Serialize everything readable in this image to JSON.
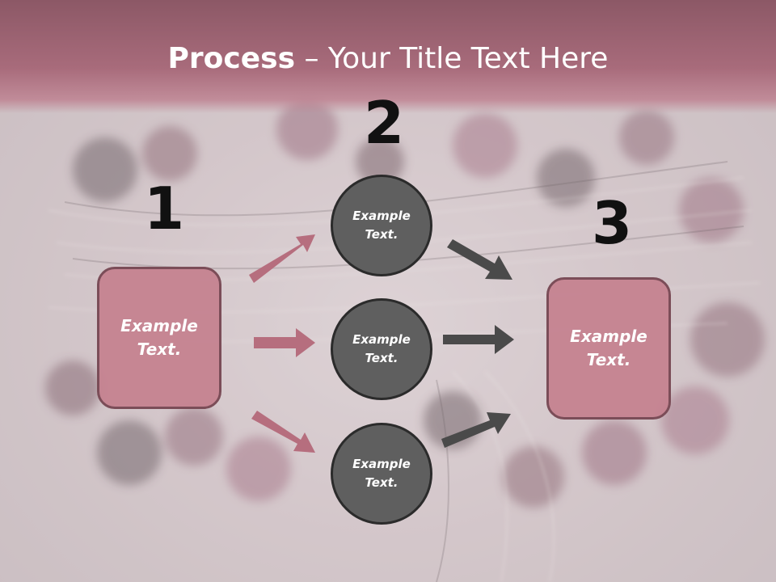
{
  "title": {
    "bold": "Process",
    "rest": " – Your Title Text Here"
  },
  "steps": [
    {
      "number": "1",
      "text": "Example Text."
    },
    {
      "number": "2",
      "circles": [
        "Example Text.",
        "Example Text.",
        "Example Text."
      ]
    },
    {
      "number": "3",
      "text": "Example Text."
    }
  ],
  "colors": {
    "title_band": "#a86b7b",
    "box_fill": "#c98b96",
    "circle_fill": "#5f5f5f",
    "arrow_pink": "#b66e7e",
    "arrow_gray": "#4a4a4a"
  }
}
